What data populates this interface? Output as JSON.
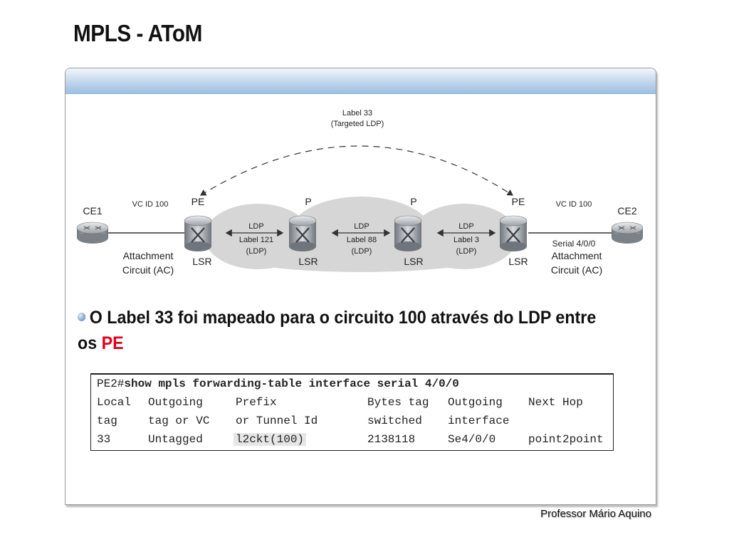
{
  "slide": {
    "title": "MPLS - AToM",
    "footer": "Professor  Mário Aquino"
  },
  "diagram": {
    "top_label_line1": "Label 33",
    "top_label_line2": "(Targeted LDP)",
    "ce1": "CE1",
    "ce2": "CE2",
    "pe_left": "PE",
    "pe_right": "PE",
    "p_left": "P",
    "p_right": "P",
    "lsr": "LSR",
    "vc_id_left": "VC ID 100",
    "vc_id_right": "VC ID 100",
    "attachment_left_line1": "Attachment",
    "attachment_left_line2": "Circuit (AC)",
    "attachment_right_line1": "Attachment",
    "attachment_right_line2": "Circuit (AC)",
    "serial_label": "Serial 4/0/0",
    "link1": {
      "l1": "LDP",
      "l2": "Label 121",
      "l3": "(LDP)"
    },
    "link2": {
      "l1": "LDP",
      "l2": "Label 88",
      "l3": "(LDP)"
    },
    "link3": {
      "l1": "LDP",
      "l2": "Label 3",
      "l3": "(LDP)"
    }
  },
  "bullet": {
    "text_part1": "O Label 33 foi mapeado para o circuito 100 através do LDP entre os ",
    "text_highlight": "PE",
    "highlight_color": "#e0001b"
  },
  "cli": {
    "prompt": "PE2#",
    "command": "show mpls forwarding-table interface serial 4/0/0",
    "header1": [
      "Local",
      "Outgoing",
      "Prefix",
      "Bytes tag",
      "Outgoing",
      "Next Hop"
    ],
    "header2": [
      "tag",
      "tag or VC",
      "or Tunnel Id",
      "switched",
      "interface",
      ""
    ],
    "rows": [
      [
        "33",
        "Untagged",
        "l2ckt(100)",
        "2138118",
        "Se4/0/0",
        "point2point"
      ]
    ]
  }
}
